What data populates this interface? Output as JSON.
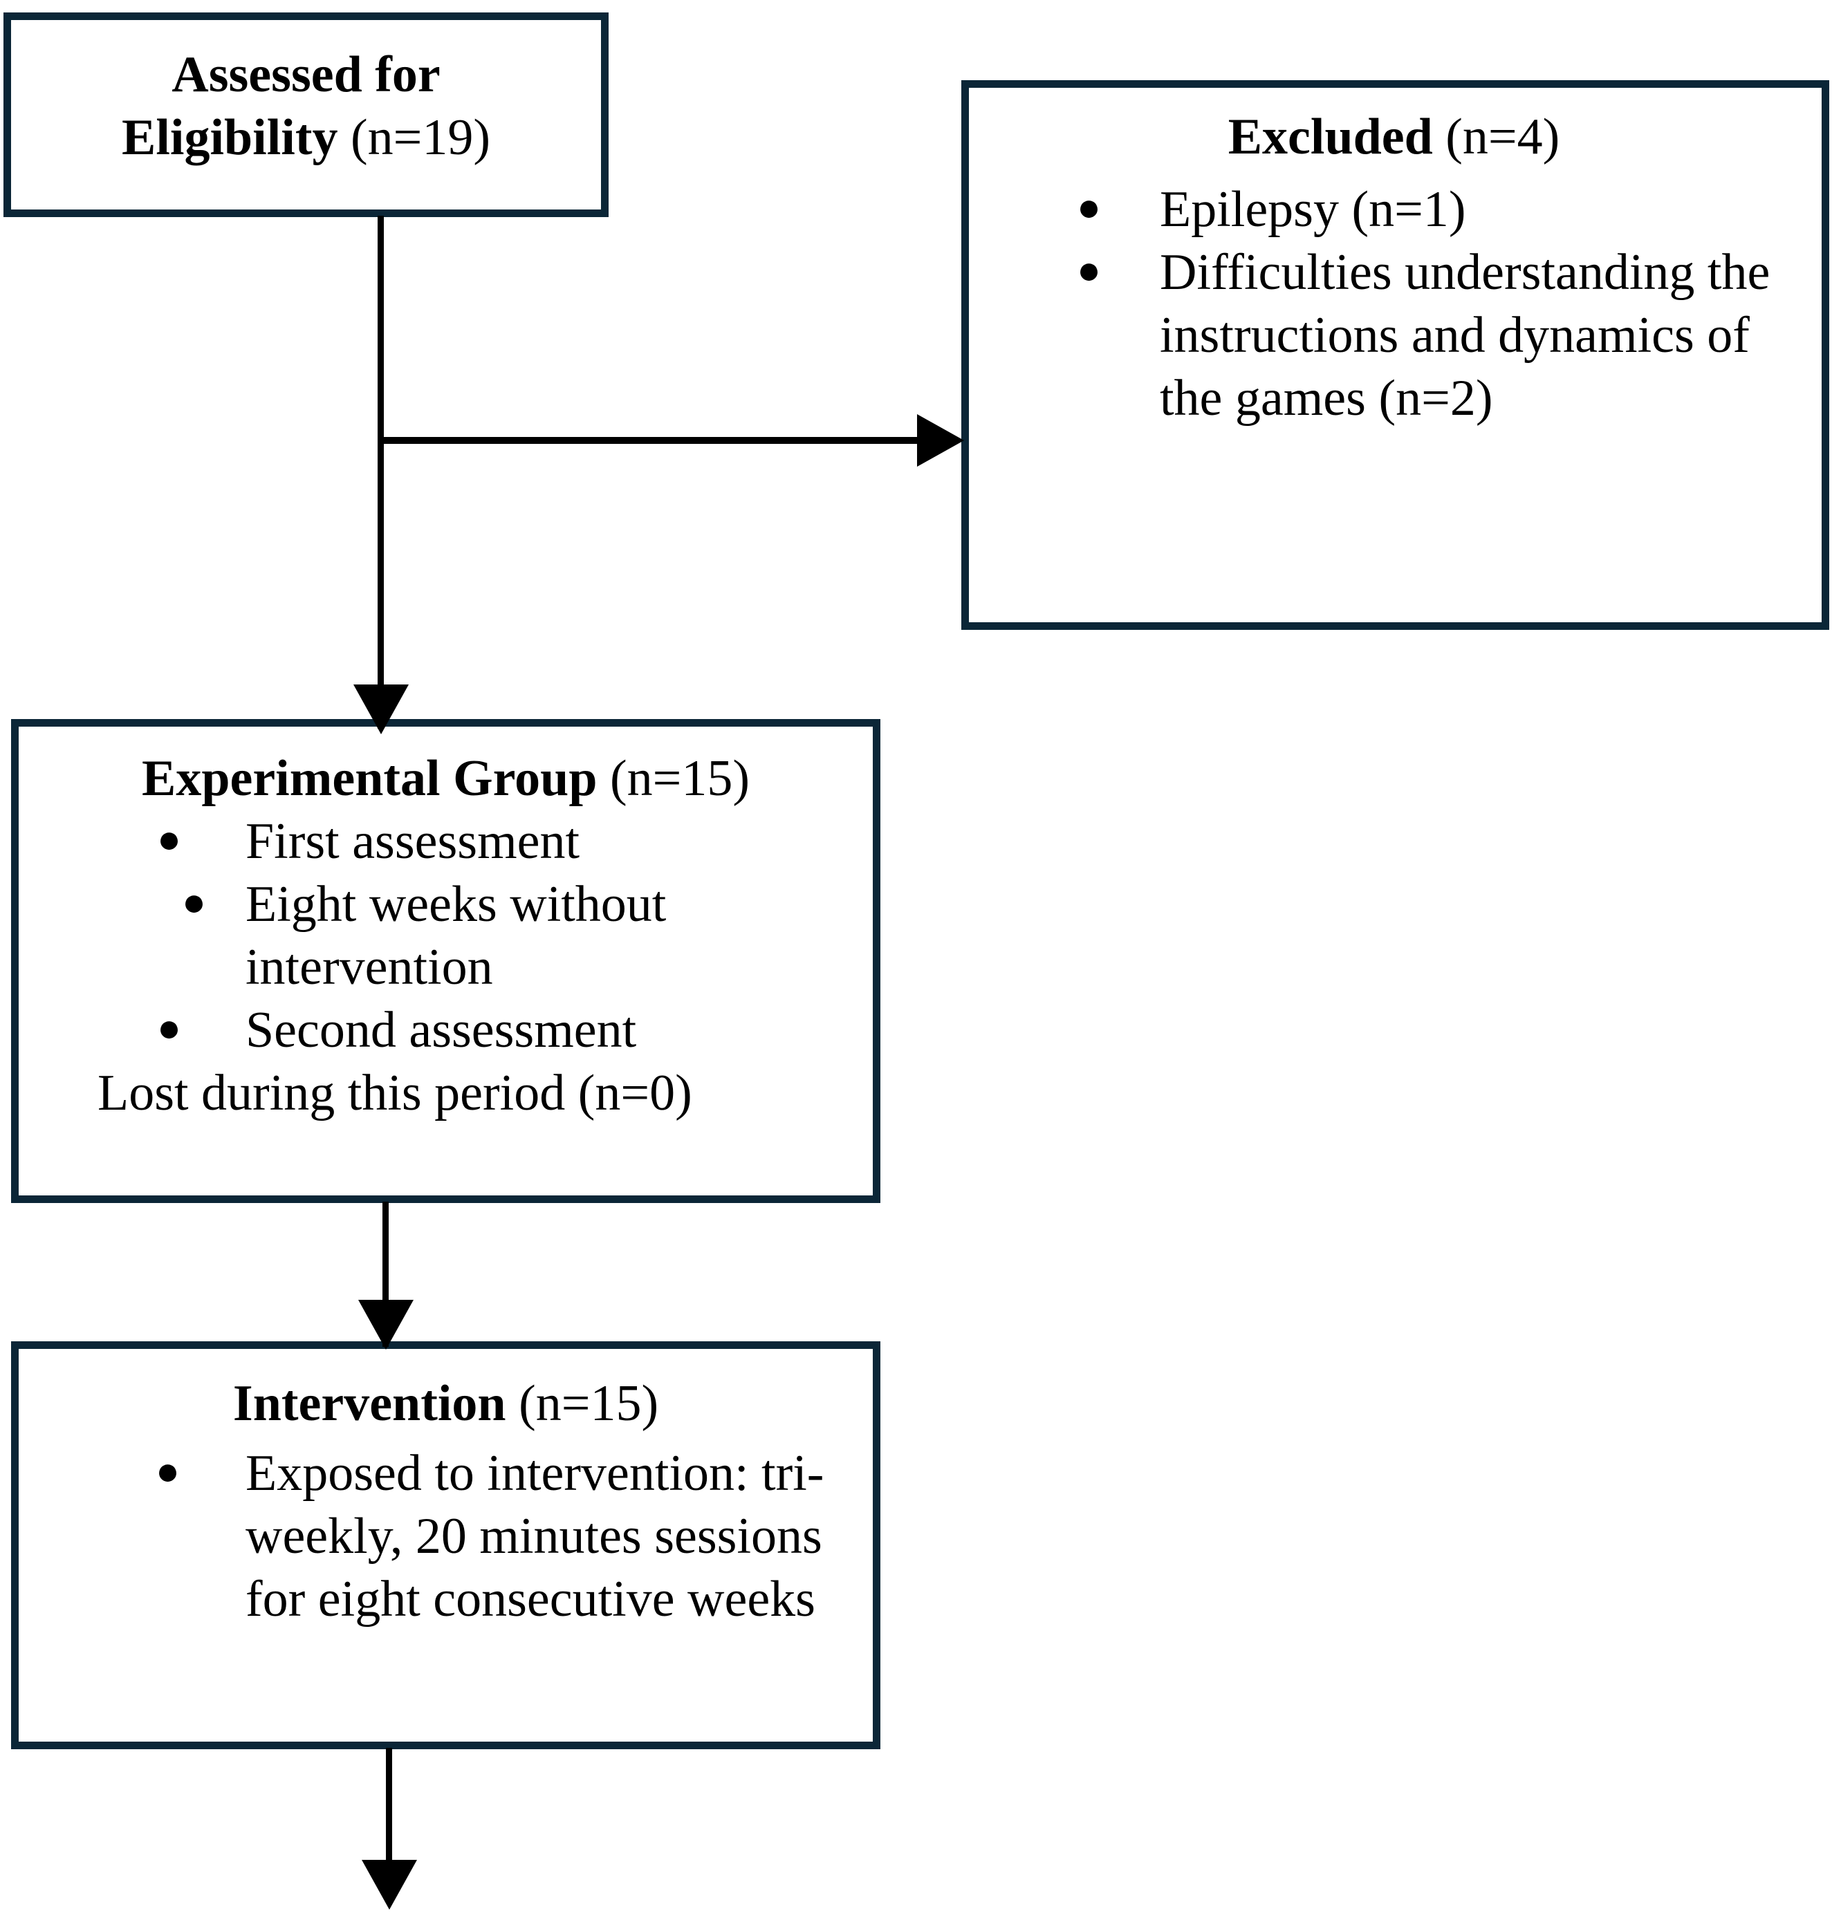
{
  "diagram": {
    "type": "participant-flow-diagram",
    "colors": {
      "box_border": "#0b2637",
      "connector": "#000000",
      "text": "#000000",
      "background": "#ffffff"
    },
    "boxes": [
      {
        "id": "assessed-for-eligibility",
        "title_bold": "Assessed for",
        "title_bold_line2": "Eligibility",
        "title_regular": " (n=19)"
      },
      {
        "id": "excluded",
        "title_bold": "Excluded",
        "title_regular": " (n=4)",
        "bullets": [
          "Epilepsy (n=1)",
          "Difficulties understanding the instructions and dynamics of the games (n=2)"
        ]
      },
      {
        "id": "experimental-group",
        "title_bold": "Experimental Group",
        "title_regular": " (n=15)",
        "bullets": [
          "First assessment",
          "Eight weeks without intervention",
          "Second assessment"
        ],
        "footer": "Lost during this period (n=0)"
      },
      {
        "id": "intervention",
        "title_bold": "Intervention",
        "title_regular": " (n=15)",
        "bullets": [
          "Exposed to intervention: tri-weekly, 20 minutes sessions for eight consecutive weeks"
        ]
      }
    ],
    "bullet_glyph": "●",
    "connectors": [
      {
        "id": "eligibility-to-excluded",
        "kind": "elbow-right-arrow"
      },
      {
        "id": "eligibility-to-experimental",
        "kind": "vertical-down-arrow"
      },
      {
        "id": "experimental-to-intervention",
        "kind": "vertical-down-arrow"
      },
      {
        "id": "intervention-to-next",
        "kind": "vertical-down-arrow"
      }
    ]
  }
}
